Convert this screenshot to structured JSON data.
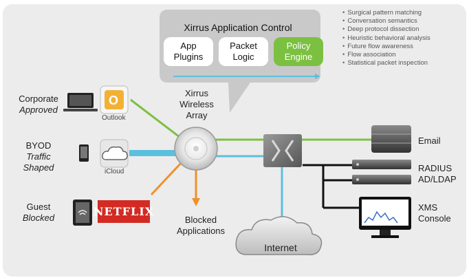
{
  "control": {
    "title": "Xirrus Application Control",
    "buttons": [
      {
        "label": "App\nPlugins"
      },
      {
        "label": "Packet\nLogic"
      },
      {
        "label": "Policy\nEngine"
      }
    ]
  },
  "bullets": [
    "Surgical pattern matching",
    "Conversation semantics",
    "Deep protocol dissection",
    "Heuristic behavioral analysis",
    "Future flow awareness",
    "Flow association",
    "Statistical packet inspection"
  ],
  "clients": {
    "corporate": {
      "title": "Corporate",
      "status": "Approved",
      "app": "Outlook"
    },
    "byod": {
      "title": "BYOD",
      "status": "Traffic\nShaped",
      "app": "iCloud"
    },
    "guest": {
      "title": "Guest",
      "status": "Blocked",
      "app": "NETFLIX"
    }
  },
  "array_label": "Xirrus\nWireless\nArray",
  "blocked_label": "Blocked\nApplications",
  "internet_label": "Internet",
  "servers": {
    "email": "Email",
    "radius": "RADIUS\nAD/LDAP",
    "xms": "XMS\nConsole"
  },
  "colors": {
    "approved_line": "#7cc041",
    "shaped_line": "#5bc0de",
    "blocked_line": "#f0902a",
    "policy_engine": "#7cc041",
    "background_panel": "#ececec"
  }
}
